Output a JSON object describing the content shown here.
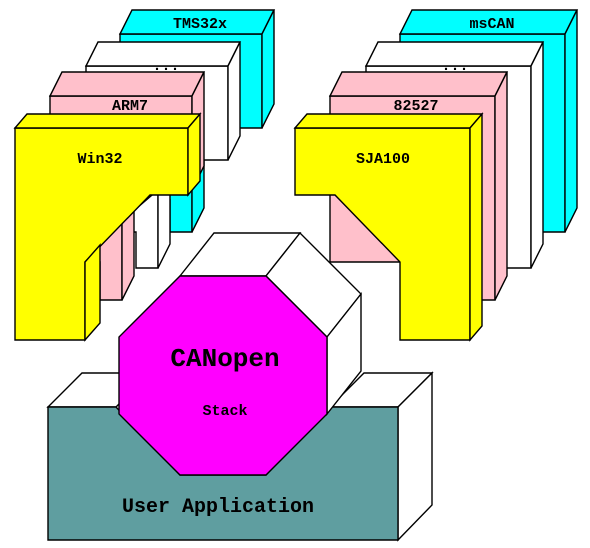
{
  "colors": {
    "cyan": "#00ffff",
    "white": "#ffffff",
    "pink": "#ffc0cb",
    "yellow": "#ffff00",
    "magenta": "#ff00ff",
    "teal": "#5f9ea0",
    "outline": "#000000"
  },
  "targets": {
    "layer_1": "TMS32x",
    "layer_2": "...",
    "layer_3": "ARM7",
    "front": "Win32"
  },
  "controllers": {
    "layer_1": "msCAN",
    "layer_2": "...",
    "layer_3": "82527",
    "front": "SJA100"
  },
  "stack": {
    "title": "CANopen",
    "subtitle": "Stack"
  },
  "application": {
    "label": "User Application"
  }
}
